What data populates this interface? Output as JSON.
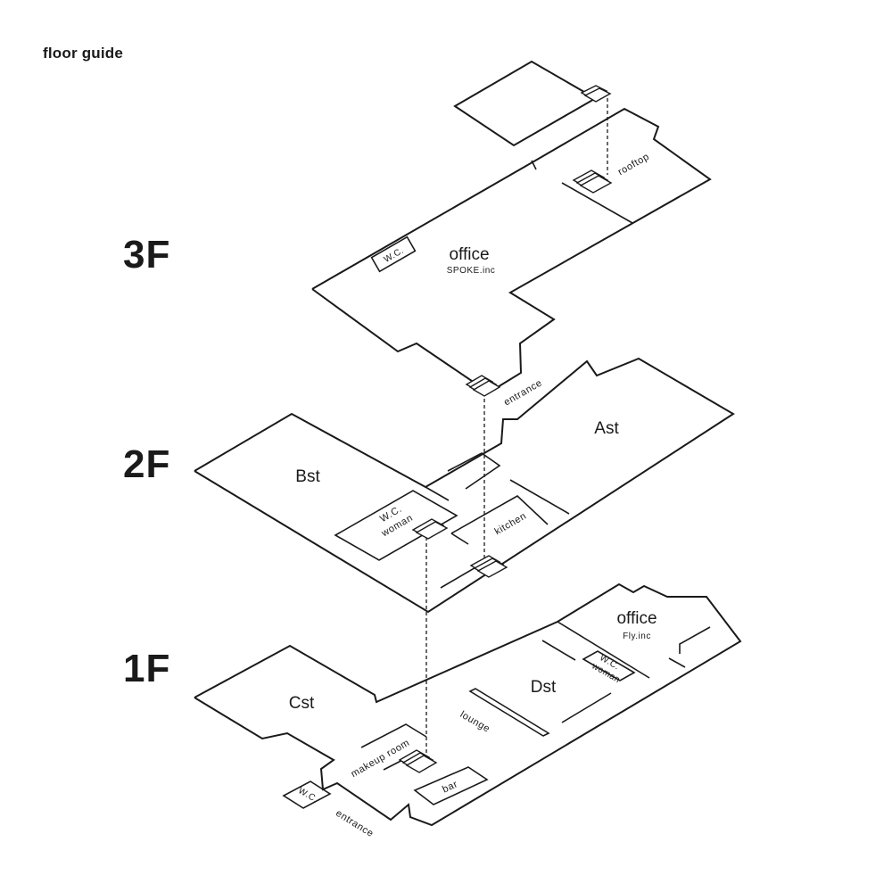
{
  "title": "floor guide",
  "floors": {
    "f3": {
      "label": "3F",
      "rooms": {
        "office": "office",
        "company": "SPOKE.inc",
        "wc": "W.C.",
        "rooftop": "rooftop",
        "entrance": "entrance"
      }
    },
    "f2": {
      "label": "2F",
      "rooms": {
        "ast": "Ast",
        "bst": "Bst",
        "wc": "W.C.",
        "wc_sub": "woman",
        "kitchen": "kitchen"
      }
    },
    "f1": {
      "label": "1F",
      "rooms": {
        "office": "office",
        "company": "Fly.inc",
        "cst": "Cst",
        "dst": "Dst",
        "wc_woman": "W.C.",
        "wc_woman_sub": "woman",
        "lounge": "lounge",
        "makeup": "makeup room",
        "wc": "W.C.",
        "bar": "bar",
        "entrance": "entrance"
      }
    }
  }
}
